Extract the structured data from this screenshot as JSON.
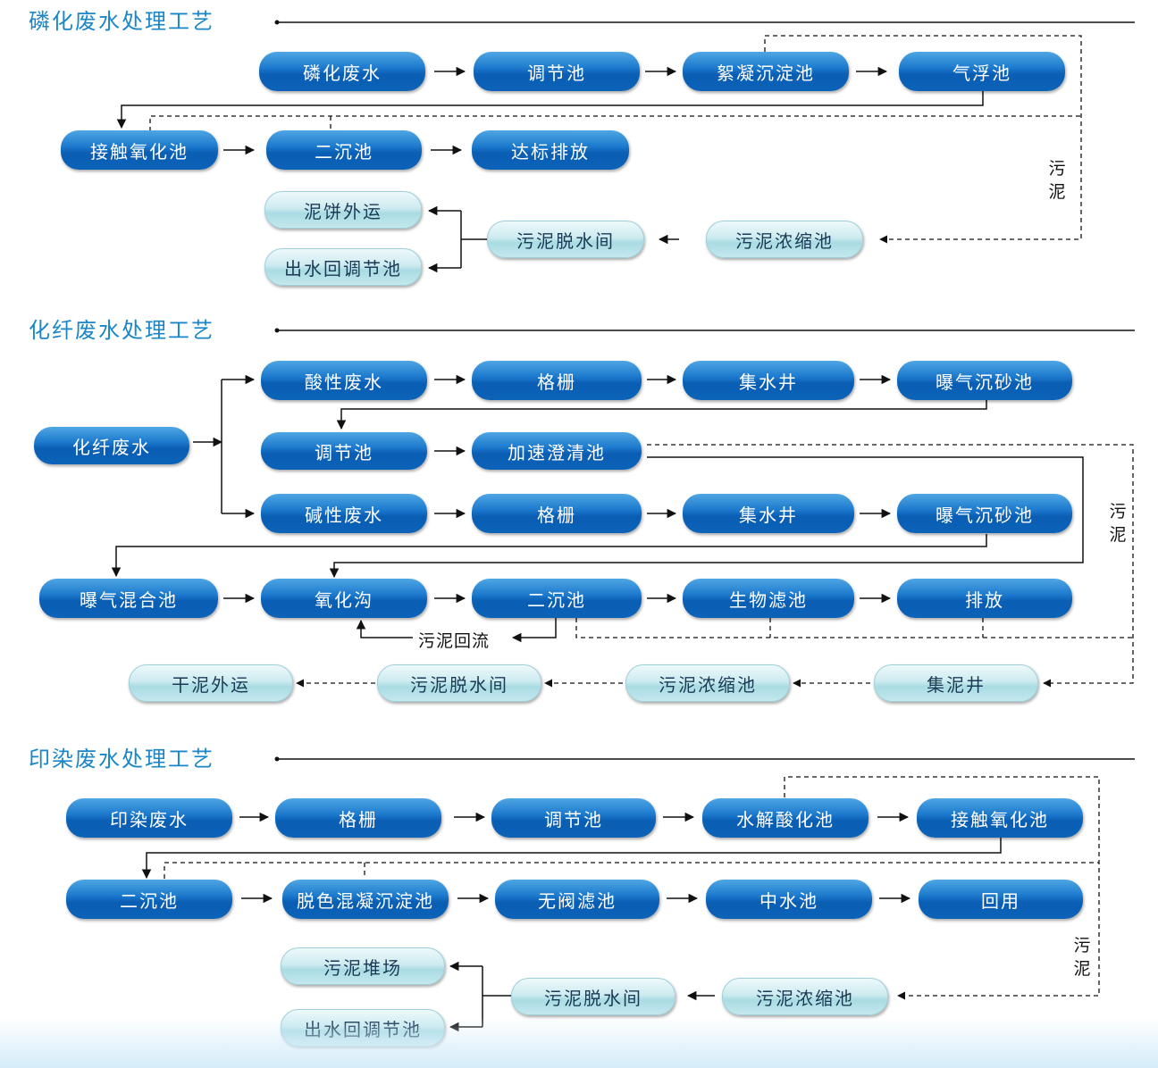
{
  "sections": [
    {
      "title": "磷化废水处理工艺",
      "sludge_label": "污泥"
    },
    {
      "title": "化纤废水处理工艺",
      "sludge_label": "污泥",
      "return_label": "污泥回流"
    },
    {
      "title": "印染废水处理工艺",
      "sludge_label": "污泥"
    }
  ],
  "nodes": {
    "p1": "磷化废水",
    "p2": "调节池",
    "p3": "絮凝沉淀池",
    "p4": "气浮池",
    "p5": "接触氧化池",
    "p6": "二沉池",
    "p7": "达标排放",
    "p8": "泥饼外运",
    "p9": "出水回调节池",
    "p10": "污泥脱水间",
    "p11": "污泥浓缩池",
    "f1": "化纤废水",
    "f2": "酸性废水",
    "f3": "格栅",
    "f4": "集水井",
    "f5": "曝气沉砂池",
    "f6": "调节池",
    "f7": "加速澄清池",
    "f8": "碱性废水",
    "f9": "格栅",
    "f10": "集水井",
    "f11": "曝气沉砂池",
    "f12": "曝气混合池",
    "f13": "氧化沟",
    "f14": "二沉池",
    "f15": "生物滤池",
    "f16": "排放",
    "f17": "干泥外运",
    "f18": "污泥脱水间",
    "f19": "污泥浓缩池",
    "f20": "集泥井",
    "d1": "印染废水",
    "d2": "格栅",
    "d3": "调节池",
    "d4": "水解酸化池",
    "d5": "接触氧化池",
    "d6": "二沉池",
    "d7": "脱色混凝沉淀池",
    "d8": "无阀滤池",
    "d9": "中水池",
    "d10": "回用",
    "d11": "污泥堆场",
    "d12": "出水回调节池",
    "d13": "污泥脱水间",
    "d14": "污泥浓缩池"
  },
  "colors": {
    "title": "#1a86c8",
    "node_dark": "#1b78cc",
    "node_light": "#cdebf0",
    "line": "#111111"
  }
}
